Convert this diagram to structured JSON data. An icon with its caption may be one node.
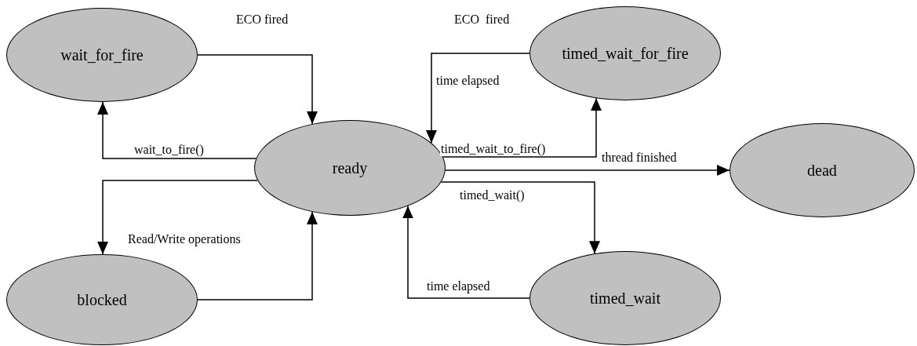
{
  "diagram": {
    "nodes": [
      {
        "text": [
          "wait_for_fire"
        ]
      },
      {
        "text": [
          "timed_wait_for_fire"
        ]
      },
      {
        "text": [
          "ready"
        ]
      },
      {
        "text": [
          "dead"
        ]
      },
      {
        "text": [
          "blocked"
        ]
      },
      {
        "text": [
          "timed_wait"
        ]
      }
    ],
    "edges": [
      {
        "from": 0,
        "to": 2,
        "arrow": "to",
        "label": "ECO fired"
      },
      {
        "from": 1,
        "to": 2,
        "arrow": "to",
        "label": "ECO  fired"
      },
      {
        "from": 2,
        "to": 0,
        "arrow": "to",
        "label": "wait_to_fire()"
      },
      {
        "from": 2,
        "to": 4,
        "arrow": "to",
        "label": "Read/Write operations"
      },
      {
        "from": 4,
        "to": 2,
        "arrow": "to"
      },
      {
        "from": 2,
        "to": 1,
        "arrow": "to",
        "label": "timed_wait_to_fire()"
      },
      {
        "from": 2,
        "to": 3,
        "arrow": "to",
        "label": "thread finished"
      },
      {
        "from": 2,
        "to": 5,
        "arrow": "to",
        "label": "timed_wait()"
      },
      {
        "from": 5,
        "to": 2,
        "arrow": "to",
        "label": "time elapsed"
      }
    ],
    "labels": [
      "time elapsed"
    ]
  }
}
